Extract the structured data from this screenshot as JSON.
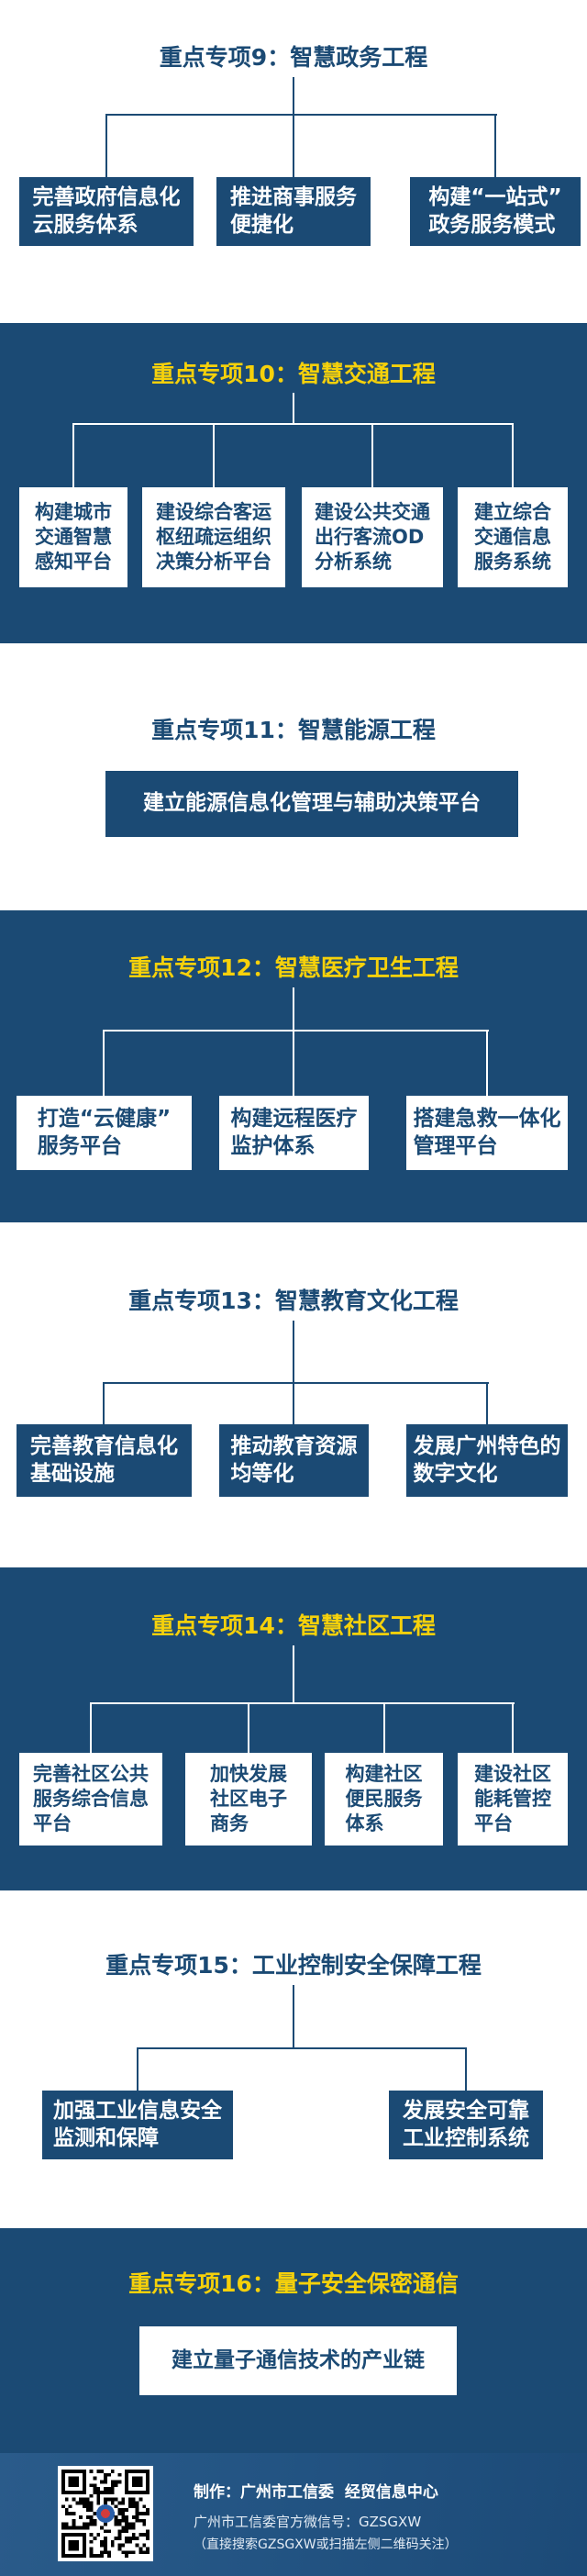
{
  "colors": {
    "navy": "#1b4a74",
    "yellow": "#f6d10b",
    "footer_bg": "#235483"
  },
  "sections": [
    {
      "title": "重点专项9：智慧政务工程",
      "items": [
        "完善政府信息化\n云服务体系",
        "推进商事服务\n便捷化",
        "构建“一站式”\n政务服务模式"
      ]
    },
    {
      "title": "重点专项10：智慧交通工程",
      "items": [
        "构建城市\n交通智慧\n感知平台",
        "建设综合客运\n枢纽疏运组织\n决策分析平台",
        "建设公共交通\n出行客流OD\n分析系统",
        "建立综合\n交通信息\n服务系统"
      ]
    },
    {
      "title": "重点专项11：智慧能源工程",
      "items": [
        "建立能源信息化管理与辅助决策平台"
      ]
    },
    {
      "title": "重点专项12：智慧医疗卫生工程",
      "items": [
        "打造“云健康”\n服务平台",
        "构建远程医疗\n监护体系",
        "搭建急救一体化\n管理平台"
      ]
    },
    {
      "title": "重点专项13：智慧教育文化工程",
      "items": [
        "完善教育信息化\n基础设施",
        "推动教育资源\n均等化",
        "发展广州特色的\n数字文化"
      ]
    },
    {
      "title": "重点专项14：智慧社区工程",
      "items": [
        "完善社区公共\n服务综合信息\n平台",
        "加快发展\n社区电子\n商务",
        "构建社区\n便民服务\n体系",
        "建设社区\n能耗管控\n平台"
      ]
    },
    {
      "title": "重点专项15：工业控制安全保障工程",
      "items": [
        "加强工业信息安全\n监测和保障",
        "发展安全可靠\n工业控制系统"
      ]
    },
    {
      "title": "重点专项16：量子安全保密通信",
      "items": [
        "建立量子通信技术的产业链"
      ]
    }
  ],
  "footer": {
    "producer": "制作：广州市工信委  经贸信息中心",
    "wechat": "广州市工信委官方微信号：GZSGXW",
    "hint": "（直接搜索GZSGXW或扫描左侧二维码关注）",
    "qr_icon": "qr-code"
  }
}
